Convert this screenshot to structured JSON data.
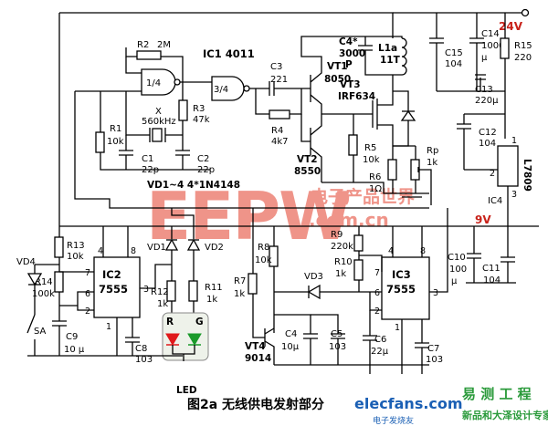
{
  "voltages": {
    "v24": "24V",
    "v9": "9V"
  },
  "ic1": {
    "name": "IC1  4011",
    "gate1": "1/4",
    "gate2": "3/4"
  },
  "parts": {
    "r1": [
      "R1",
      "10k"
    ],
    "r2": [
      "R2",
      "2M"
    ],
    "r3": [
      "R3",
      "47k"
    ],
    "r4": [
      "R4",
      "4k7"
    ],
    "r5": [
      "R5",
      "10k"
    ],
    "r6": [
      "R6",
      "1Ω"
    ],
    "rp": [
      "Rp",
      "1k"
    ],
    "r7": [
      "R7",
      "1k"
    ],
    "r8": [
      "R8",
      "10k"
    ],
    "r9": [
      "R9",
      "220k"
    ],
    "r10": [
      "R10",
      "1k"
    ],
    "r11": [
      "R11",
      "1k"
    ],
    "r12": [
      "R12",
      "1k"
    ],
    "r13": [
      "R13",
      "10k"
    ],
    "r14": [
      "R14",
      "100k"
    ],
    "r15": [
      "R15",
      "220"
    ],
    "c1": [
      "C1",
      "22p"
    ],
    "c2": [
      "C2",
      "22p"
    ],
    "c3": [
      "C3",
      "221"
    ],
    "c4s": [
      "C4*",
      "3000",
      "P"
    ],
    "c4": [
      "C4",
      "10μ"
    ],
    "c5": [
      "C5",
      "103"
    ],
    "c6": [
      "C6",
      "22μ"
    ],
    "c7": [
      "C7",
      "103"
    ],
    "c8": [
      "C8",
      "103"
    ],
    "c9": [
      "C9",
      "10 μ"
    ],
    "c10": [
      "C10",
      "100",
      "μ"
    ],
    "c11": [
      "C11",
      "104"
    ],
    "c12": [
      "C12",
      "104"
    ],
    "c13": [
      "C13",
      "220μ"
    ],
    "c14": [
      "C14",
      "1000",
      "μ"
    ],
    "c15": [
      "C15",
      "104"
    ],
    "x": [
      "X",
      "560kHz"
    ],
    "l1a": [
      "L1a",
      "11T"
    ],
    "vt1": [
      "VT1",
      "8050"
    ],
    "vt2": [
      "VT2",
      "8550"
    ],
    "vt3": [
      "VT3",
      "IRF634"
    ],
    "vt4": [
      "VT4",
      "9014"
    ],
    "ic2": [
      "IC2",
      "7555"
    ],
    "ic3": [
      "IC3",
      "7555"
    ],
    "ic4": [
      "L7809",
      "IC4"
    ],
    "vd1": "VD1",
    "vd2": "VD2",
    "vd3": "VD3",
    "vd4": "VD4",
    "vdnote": "VD1~4 4*1N4148",
    "sa": "SA",
    "led": "LED",
    "ledr": "R",
    "ledg": "G"
  },
  "pins": {
    "ic2": {
      "p4": "4",
      "p8": "8",
      "p7": "7",
      "p6": "6",
      "p2": "2",
      "p1": "1",
      "p3": "3"
    },
    "ic3": {
      "p4": "4",
      "p8": "8",
      "p7": "7",
      "p6": "6",
      "p2": "2",
      "p1": "1",
      "p3": "3"
    },
    "ic4": {
      "p1": "1",
      "p2": "2",
      "p3": "3"
    }
  },
  "watermark": {
    "main": "EEPW",
    "sub": ".com.cn",
    "cn": "电子产品世界"
  },
  "caption": "图2a  无线供电发射部分",
  "footer": {
    "brand": "elecfans.com",
    "cn": "电子发烧友",
    "right_top": "易 测 工 程",
    "right_bottom": "新品和大泽设计专家"
  },
  "colors": {
    "voltage": "#c8221a",
    "watermark": "#e23d2a",
    "led_red": "#e0191b",
    "led_green": "#1a9a2a"
  }
}
